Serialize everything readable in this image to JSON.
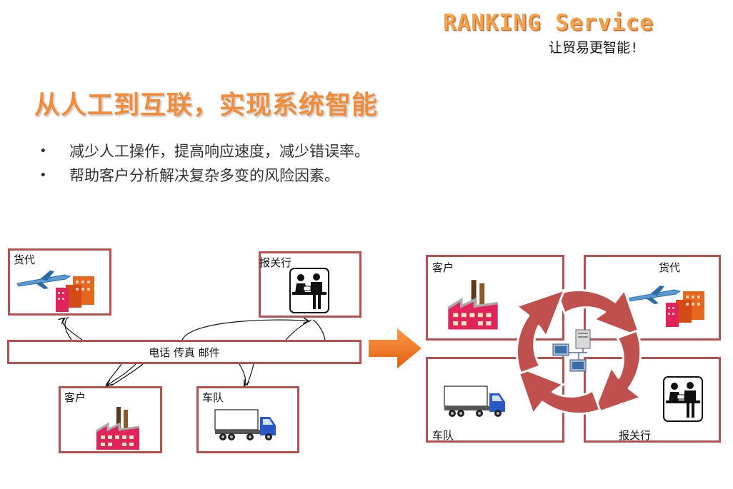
{
  "header": {
    "brand": "RANKING Service",
    "slogan": "让贸易更智能!"
  },
  "title": "从人工到互联，实现系统智能",
  "bullets": [
    "减少人工操作，提高响应速度，减少错误率。",
    "帮助客户分析解决复杂多变的风险因素。"
  ],
  "bullet_symbol": "•",
  "left_diagram": {
    "forwarder_label": "货代",
    "customs_label": "报关行",
    "comm_label": "电话 传真 邮件",
    "customer_label": "客户",
    "fleet_label": "车队"
  },
  "right_diagram": {
    "customer_label": "客户",
    "forwarder_label": "货代",
    "fleet_label": "车队",
    "customs_label": "报关行"
  },
  "colors": {
    "accent": "#f28b3a",
    "box_border": "#b8504e",
    "cycle": "#c0504d",
    "arrow": "#f07020"
  },
  "icons": [
    "airplane-building-icon",
    "customs-officer-icon",
    "factory-icon",
    "truck-icon",
    "network-computers-icon",
    "cycle-arrows-icon",
    "right-arrow-icon"
  ]
}
